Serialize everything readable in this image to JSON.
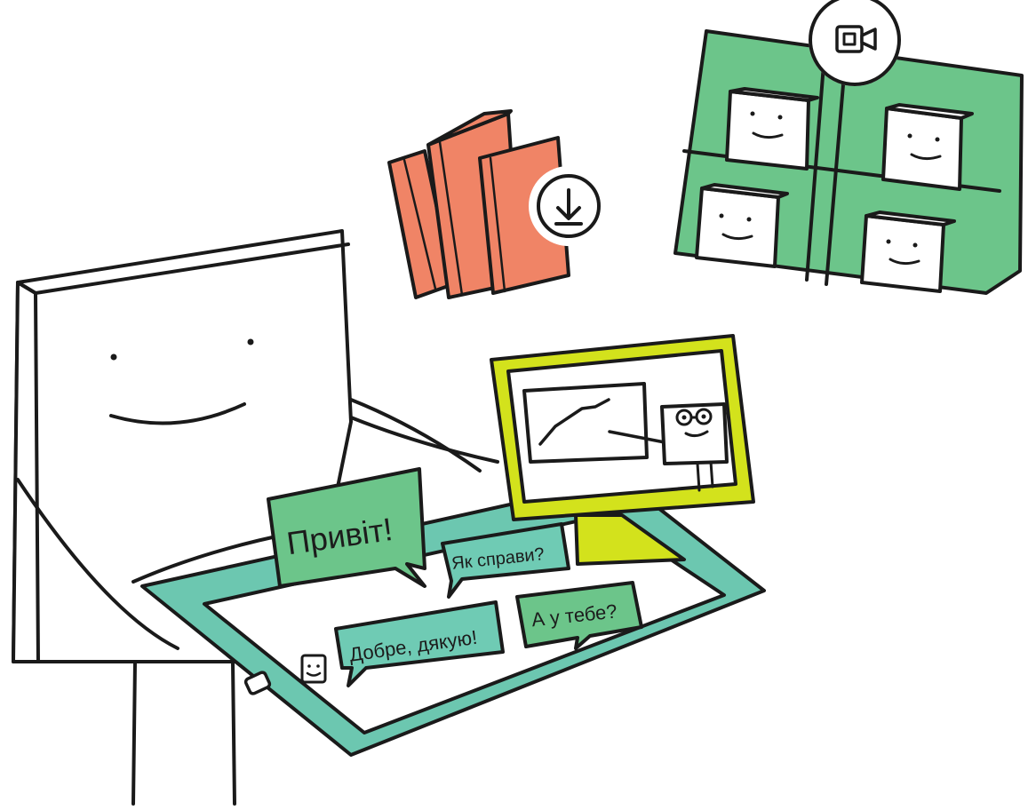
{
  "colors": {
    "ink": "#1a1a1a",
    "green": "#6cc58a",
    "teal": "#6cc7b0",
    "lime": "#d3e21c",
    "orange": "#f08466",
    "bubble_teal": "#6fcbb4",
    "bubble_green": "#6cc58a",
    "white": "#ffffff"
  },
  "icons": {
    "download": "download-icon",
    "video_camera": "video-camera-icon",
    "smiley": "smiley-icon"
  },
  "chat": {
    "greeting": "Привіт!",
    "how_are_you": "Як справи?",
    "fine_thanks": "Добре, дякую!",
    "and_you": "А у тебе?"
  }
}
